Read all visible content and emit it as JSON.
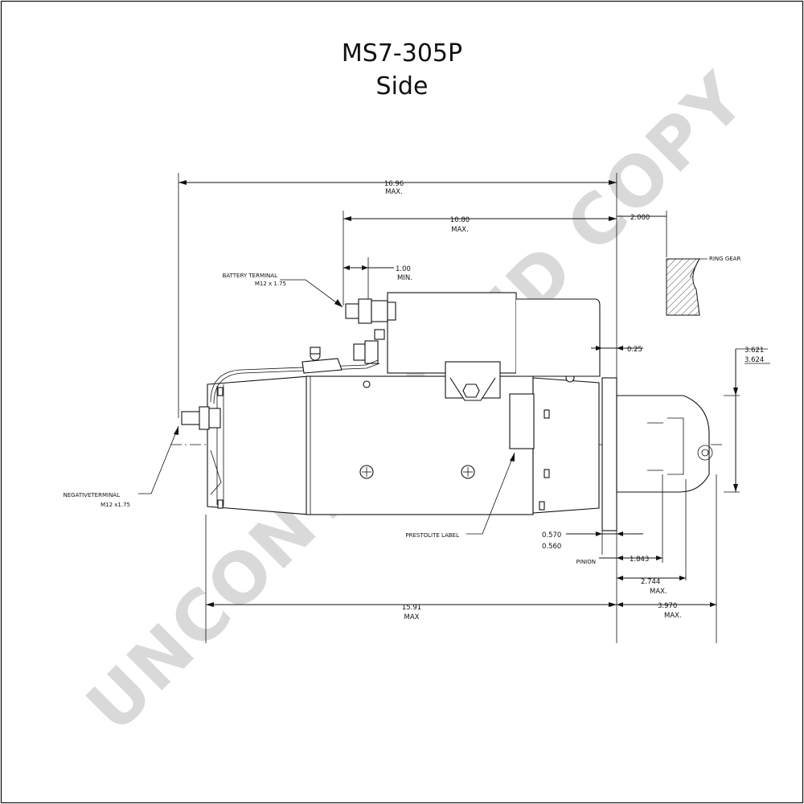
{
  "title": {
    "model": "MS7-305P",
    "view": "Side"
  },
  "watermark": "UNCONTROLLED COPY",
  "dimensions": {
    "overall_length": {
      "value": "16.96",
      "qualifier": "MAX."
    },
    "solenoid_length": {
      "value": "10.80",
      "qualifier": "MAX."
    },
    "terminal_clearance": {
      "value": "1.00",
      "qualifier": "MIN."
    },
    "ring_gear_offset": {
      "value": "2.000"
    },
    "flange_thickness": {
      "value": "0.25"
    },
    "pilot_diameter_min": {
      "value": "3.621"
    },
    "pilot_diameter_max": {
      "value": "3.624"
    },
    "pinion_face_min": {
      "value": "0.570"
    },
    "pinion_face_max": {
      "value": "0.560"
    },
    "pinion_length": {
      "value": "1.843"
    },
    "pinion_travel": {
      "value": "2.744",
      "qualifier": "MAX."
    },
    "nose_length": {
      "value": "3.970",
      "qualifier": "MAX."
    },
    "body_length": {
      "value": "15.91",
      "qualifier": "MAX"
    }
  },
  "labels": {
    "battery_terminal": "BATTERY TERMINAL",
    "battery_thread": "M12 x 1.75",
    "negative_terminal": "NEGATIVETERMINAL",
    "negative_thread": "M12 x1.75",
    "ring_gear": "RING GEAR",
    "prestolite_label": "PRESTOLITE LABEL",
    "pinion": "PINION"
  },
  "colors": {
    "line": "#111111",
    "watermark": "#d9d9d9",
    "background": "#ffffff"
  }
}
